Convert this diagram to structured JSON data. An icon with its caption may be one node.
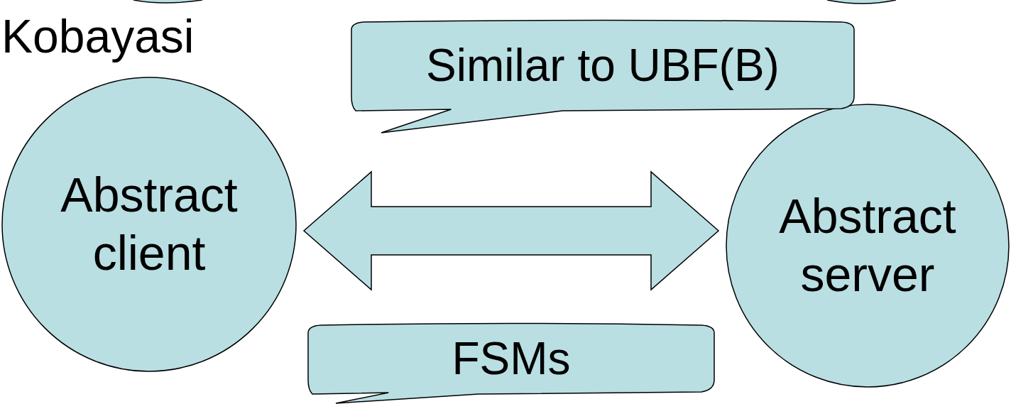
{
  "diagram": {
    "nodes": [
      {
        "text": [
          "Abstract client"
        ]
      },
      {
        "text": [
          "Abstract server"
        ]
      },
      {
        "text": [
          "Similar to UBF(B)"
        ]
      },
      {
        "text": [
          "FSMs"
        ]
      }
    ],
    "edges": [
      {
        "from": 0,
        "to": 1,
        "arrow": "both",
        "style": "thick"
      }
    ],
    "labels": [
      "Kobayasi"
    ]
  }
}
